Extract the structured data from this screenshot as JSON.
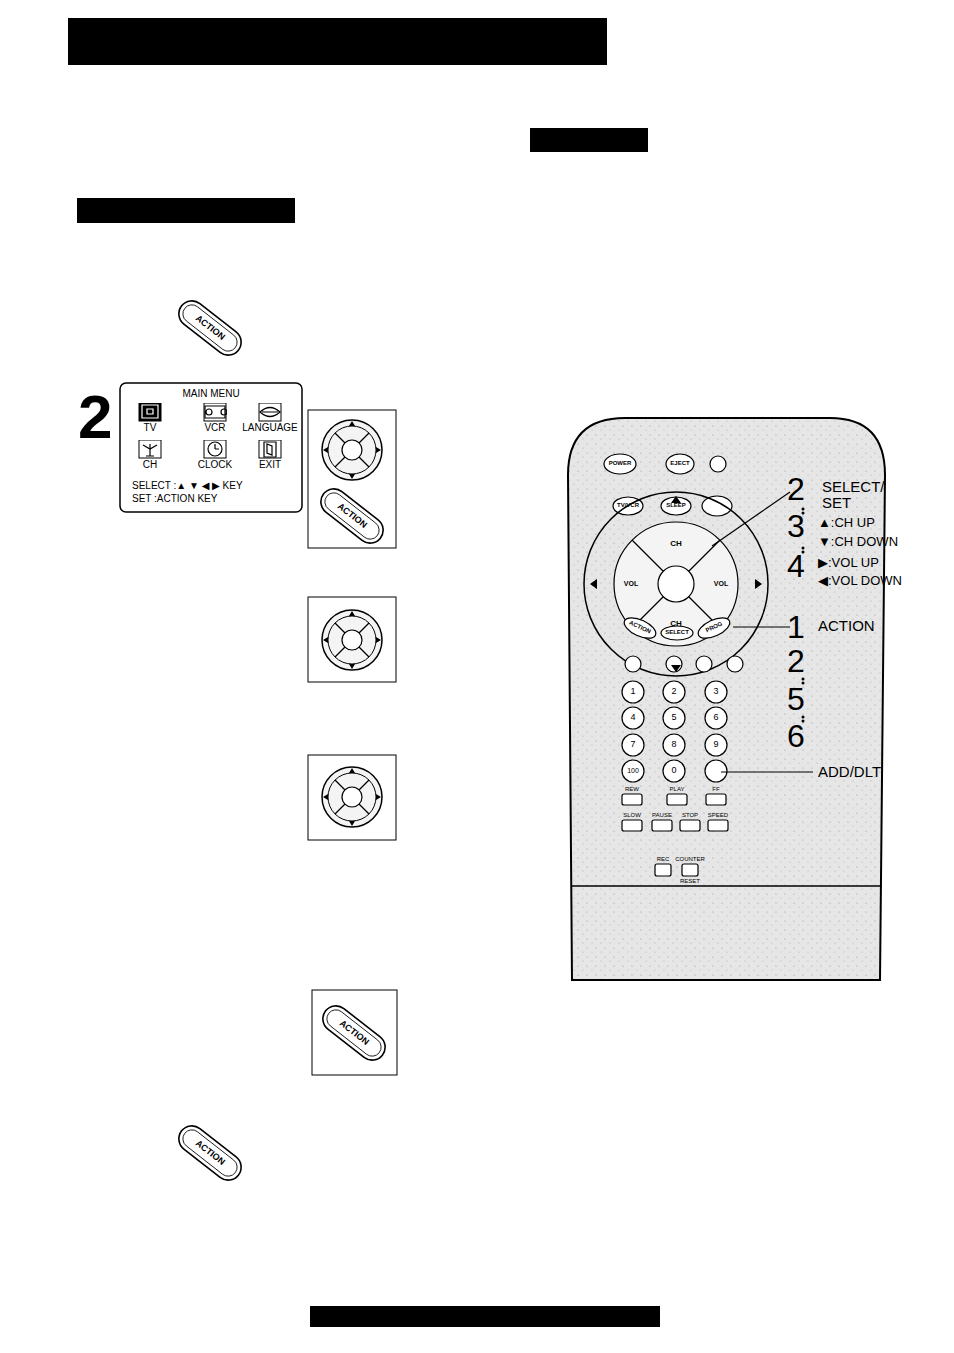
{
  "diagram": {
    "nodes": [
      {
        "text": [
          "MAIN MENU",
          "SELECT :▲ ▼ ◀ ▶ KEY",
          "SET :ACTION KEY"
        ]
      },
      {
        "text": [
          "TV"
        ],
        "in": 0
      },
      {
        "text": [
          "VCR"
        ],
        "in": 0
      },
      {
        "text": [
          "LANGUAGE"
        ],
        "in": 0
      },
      {
        "text": [
          "CH"
        ],
        "in": 0
      },
      {
        "text": [
          "CLOCK"
        ],
        "in": 0
      },
      {
        "text": [
          "EXIT"
        ],
        "in": 0
      },
      {
        "text": [
          "ACTION"
        ]
      },
      {
        "text": [
          "ACTION"
        ]
      },
      {
        "text": [
          "ACTION"
        ]
      },
      {
        "text": [
          "ACTION"
        ]
      }
    ],
    "labels": [
      "2",
      "2",
      "SELECT/ SET",
      "3",
      "▲:CH UP",
      "▼:CH DOWN",
      "4",
      "▶:VOL UP",
      "◀:VOL DOWN",
      "1",
      "ACTION",
      "2",
      "5",
      "6",
      "ADD/DLT",
      "POWER",
      "EJECT",
      "TV/VCR",
      "SLEEP",
      "CH",
      "CH",
      "VOL",
      "VOL",
      "ACTION",
      "SELECT",
      "PROG",
      "1",
      "2",
      "3",
      "4",
      "5",
      "6",
      "7",
      "8",
      "9",
      "100",
      "0",
      "REW",
      "PLAY",
      "FF",
      "SLOW",
      "PAUSE",
      "STOP",
      "SPEED",
      "REC",
      "COUNTER",
      "RESET"
    ]
  }
}
